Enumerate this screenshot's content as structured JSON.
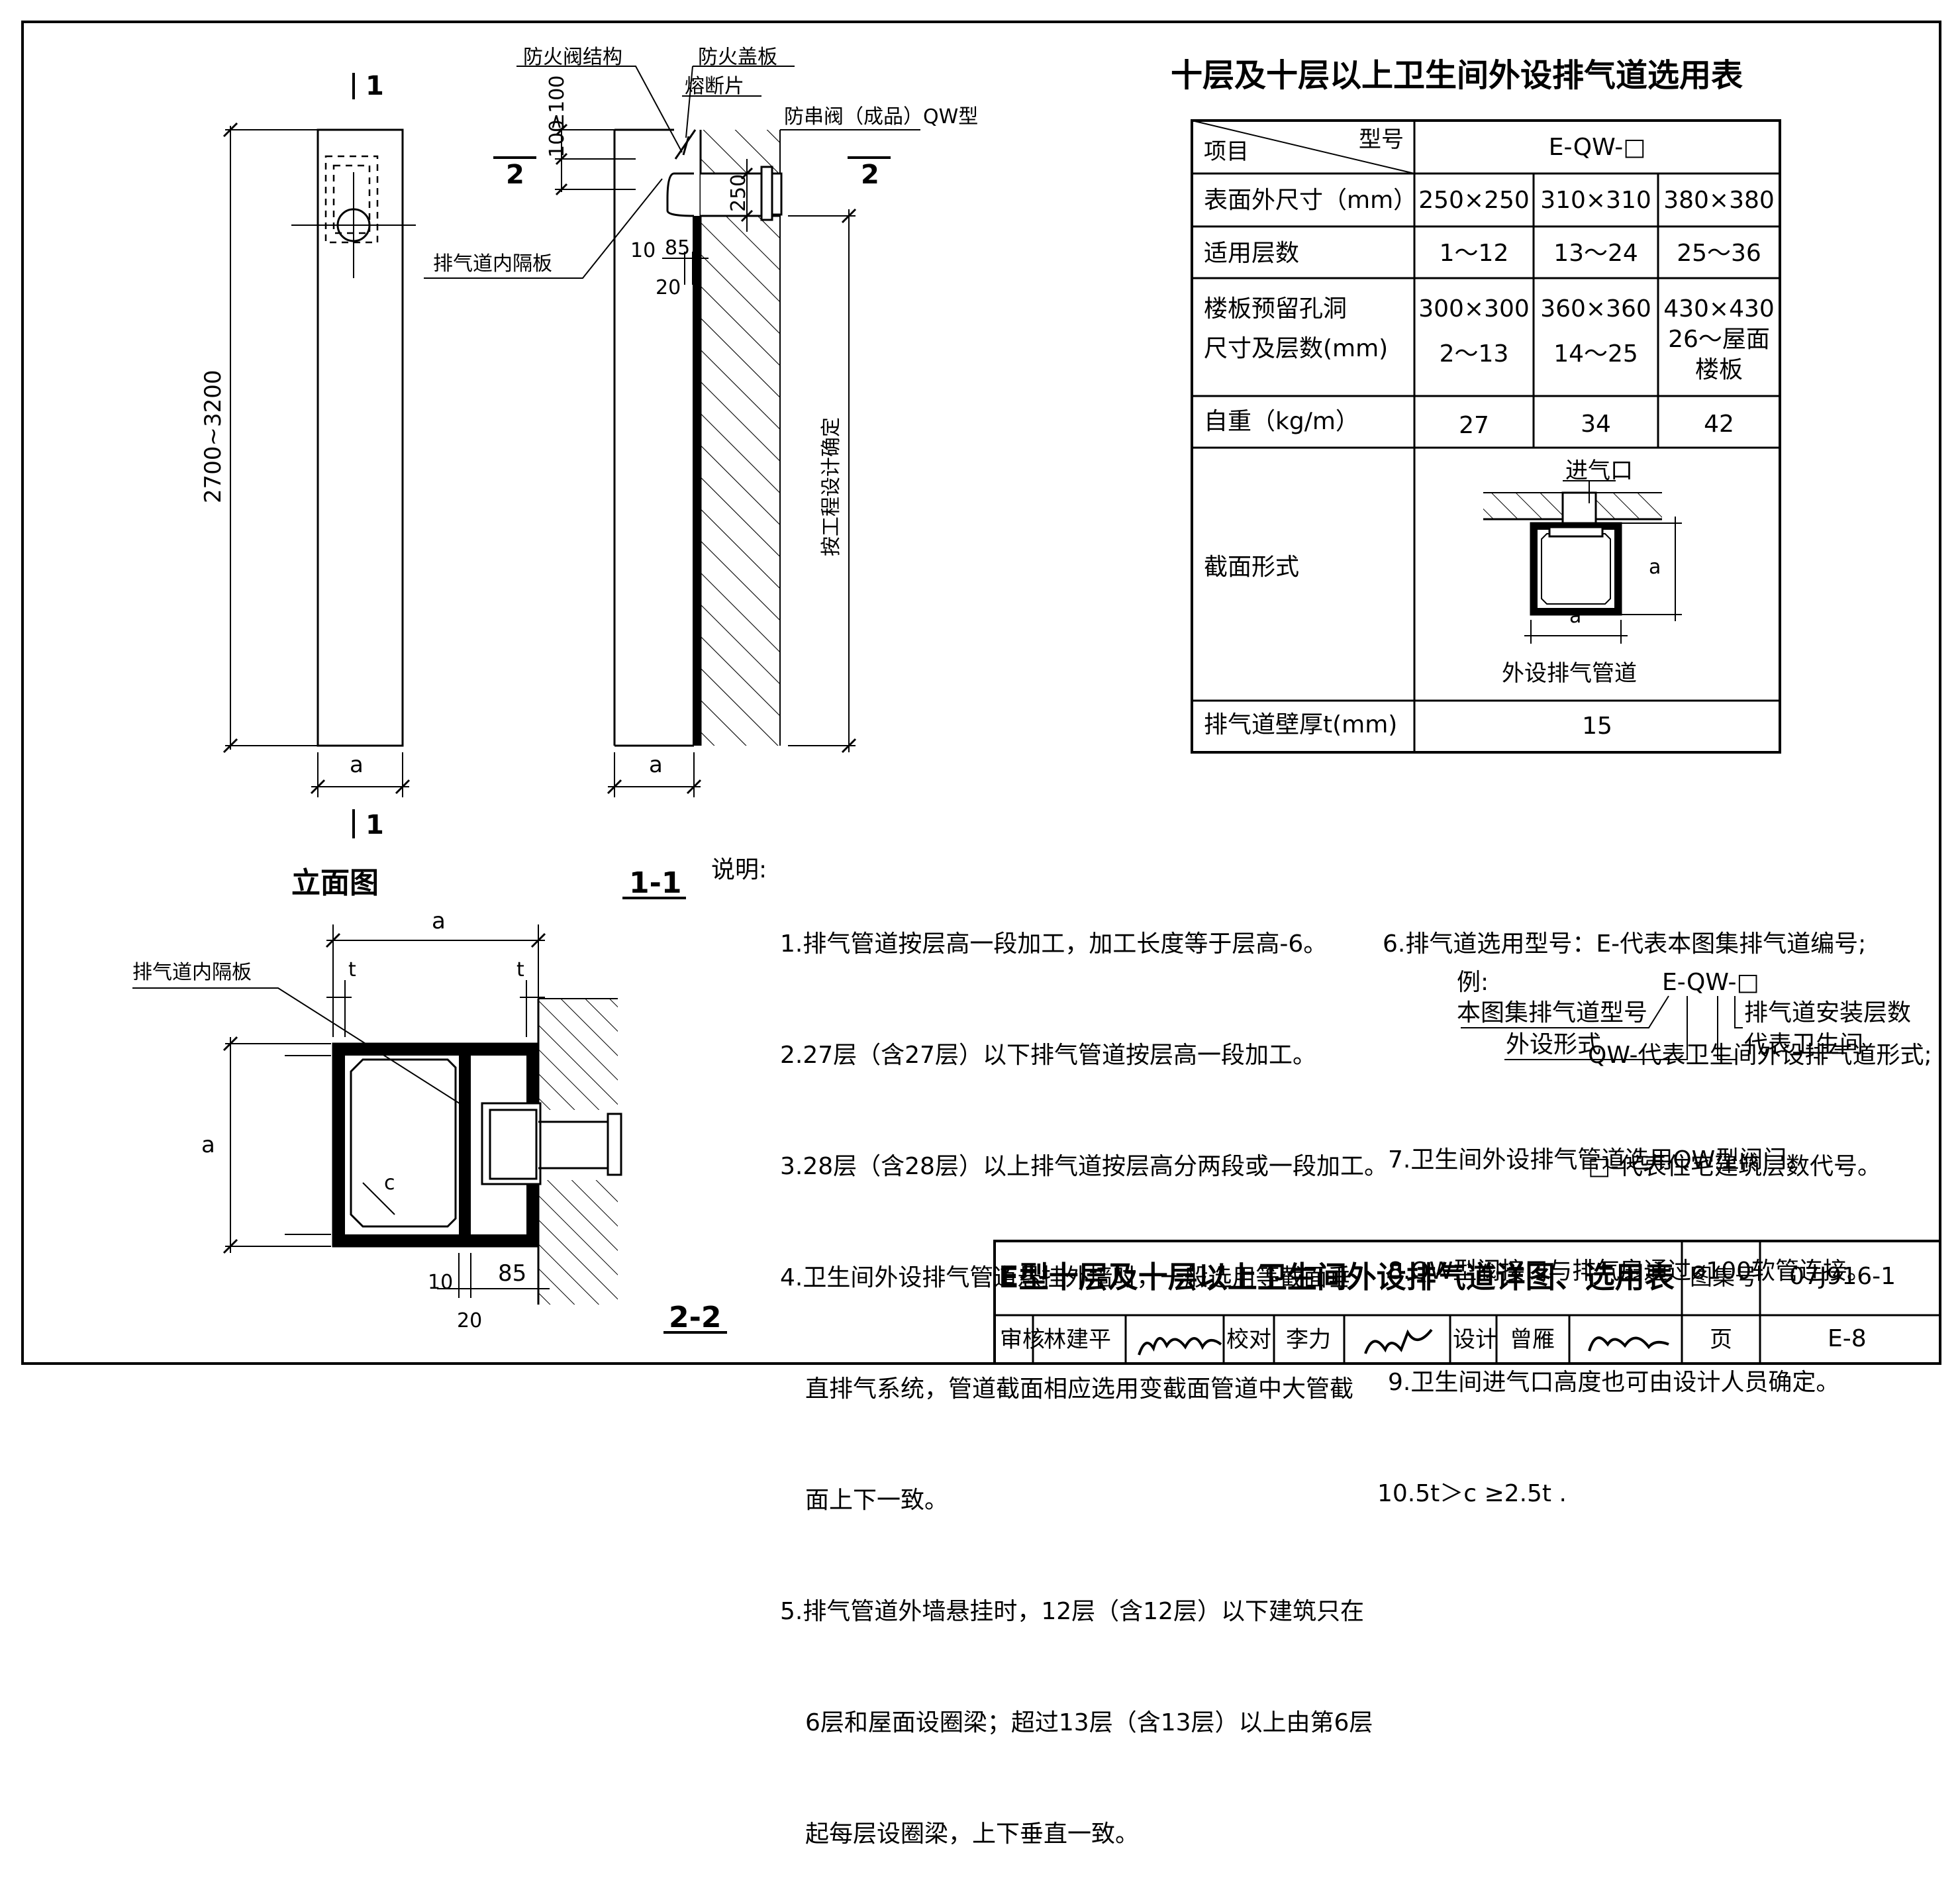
{
  "elevation": {
    "title": "立面图",
    "section_mark": "1",
    "height_dim": "2700~3200",
    "width_dim": "a"
  },
  "section_1_1": {
    "title": "1-1",
    "label_fire_damper_structure": "防火阀结构",
    "label_fire_cover": "防火盖板",
    "label_fuse": "熔断片",
    "label_check_valve": "防串阀（成品）QW型",
    "label_partition": "排气道内隔板",
    "dim_100": "100",
    "dim_ge100": "≥100",
    "dim_250": "250",
    "dim_10": "10",
    "dim_85": "85",
    "dim_20": "20",
    "dim_length": "按工程设计确定",
    "section_mark": "2",
    "width_dim": "a"
  },
  "section_2_2": {
    "title": "2-2",
    "label_partition": "排气道内隔板",
    "dim_a": "a",
    "dim_t": "t",
    "dim_c": "c",
    "dim_10": "10",
    "dim_85": "85",
    "dim_20": "20"
  },
  "table": {
    "title": "十层及十层以上卫生间外设排气道选用表",
    "corner_item": "项目",
    "corner_model": "型号",
    "model": "E-QW-□",
    "rows": [
      {
        "label": "表面外尺寸（mm）",
        "values": [
          "250×250",
          "310×310",
          "380×380"
        ]
      },
      {
        "label": "适用层数",
        "values": [
          "1～12",
          "13～24",
          "25～36"
        ]
      },
      {
        "label_line1": "楼板预留孔洞",
        "label_line2": "尺寸及层数(mm)",
        "values": [
          [
            "300×300",
            "2～13"
          ],
          [
            "360×360",
            "14～25"
          ],
          [
            "430×430",
            "26～屋面",
            "楼板"
          ]
        ]
      },
      {
        "label": "自重（kg/m）",
        "values": [
          "27",
          "34",
          "42"
        ]
      },
      {
        "label": "截面形式",
        "diagram_inlet": "进气口",
        "diagram_caption": "外设排气管道",
        "diagram_a": "a"
      },
      {
        "label": "排气道壁厚t(mm)",
        "value": "15"
      }
    ]
  },
  "notes": {
    "heading": "说明:",
    "left": [
      "1.排气管道按层高一段加工，加工长度等于层高-6。",
      "2.27层（含27层）以下排气管道按层高一段加工。",
      "3.28层（含28层）以上排气道按层高分两段或一段加工。",
      "4.卫生间外设排气管道悬挂外墙时，一般选用等截面垂",
      "直排气系统，管道截面相应选用变截面管道中大管截",
      "面上下一致。",
      "5.排气管道外墙悬挂时，12层（含12层）以下建筑只在",
      "6层和屋面设圈梁；超过13层（含13层）以上由第6层",
      "起每层设圈梁，上下垂直一致。"
    ],
    "right_top": [
      "6.排气道选用型号：E-代表本图集排气道编号;",
      "QW-代表卫生间外设排气道形式;",
      "□-代表住宅建筑层数代号。"
    ],
    "example_label": "例:",
    "example_code": "E-QW-□",
    "example_left1": "本图集排气道型号",
    "example_left2": "外设形式",
    "example_right1": "排气道安装层数",
    "example_right2": "代表卫生间",
    "right_bottom": [
      "7.卫生间外设排气管道选用QW型阀门。",
      "8.QW型阀接口与排气扇通过ø100软管连接。",
      "9.卫生间进气口高度也可由设计人员确定。",
      "10.5t＞c ≥2.5t ."
    ]
  },
  "title_block": {
    "drawing_title": "E型十层及十层以上卫生间外设排气道详图、选用表",
    "atlas_label": "图集号",
    "atlas_no": "07J916-1",
    "review_label": "审核",
    "reviewer": "林建平",
    "check_label": "校对",
    "checker": "李力",
    "design_label": "设计",
    "designer": "曾雁",
    "page_label": "页",
    "page_no": "E-8"
  }
}
